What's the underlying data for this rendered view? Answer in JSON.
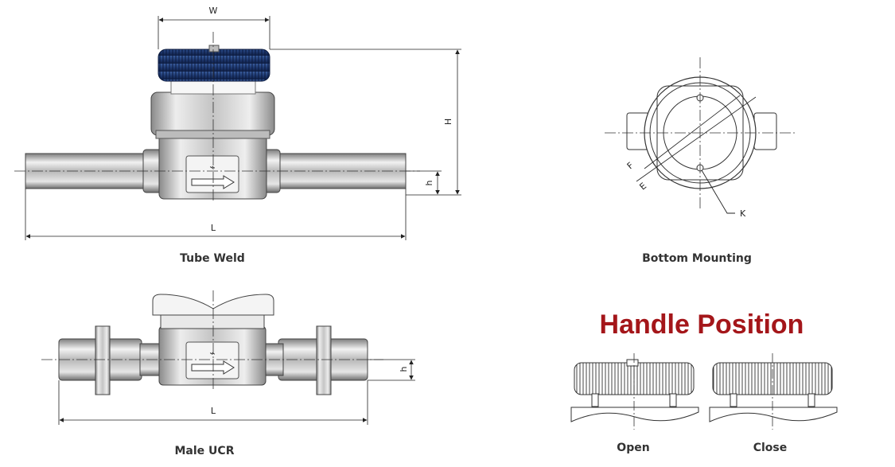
{
  "title": "Handle Position",
  "title_color": "#a4161a",
  "handle_color": "#1f3a73",
  "panels": {
    "tube_weld": {
      "caption": "Tube Weld",
      "dim_w": "W",
      "dim_h_upper": "H",
      "dim_h_lower": "h",
      "dim_l": "L"
    },
    "bottom_mounting": {
      "caption": "Bottom Mounting",
      "dim_f": "F",
      "dim_e": "E",
      "dim_k": "K"
    },
    "male_ucr": {
      "caption": "Male UCR",
      "dim_h_lower": "h",
      "dim_l": "L"
    },
    "handle_position": {
      "open_caption": "Open",
      "close_caption": "Close"
    }
  }
}
